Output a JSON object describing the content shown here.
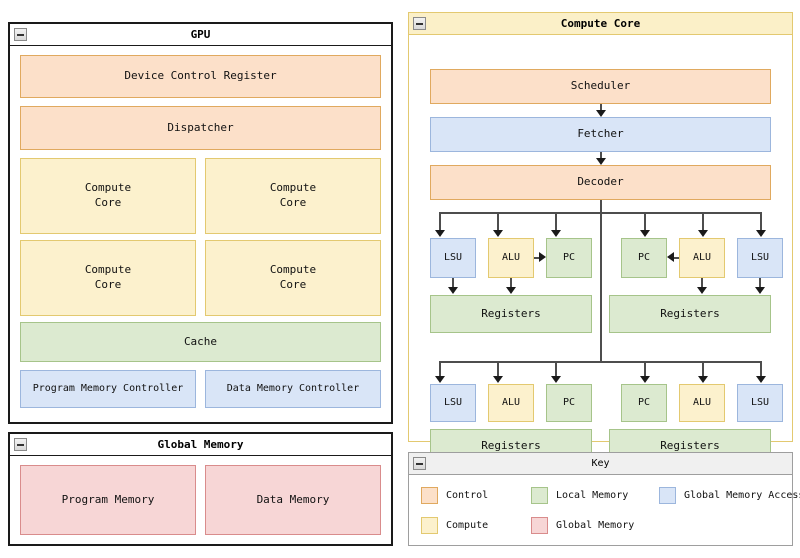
{
  "panels": {
    "gpu": {
      "title": "GPU",
      "collapse_icon": "minimize-icon",
      "nodes": {
        "device_control_register": "Device Control Register",
        "dispatcher": "Dispatcher",
        "compute_core_1": "Compute\nCore",
        "compute_core_2": "Compute\nCore",
        "compute_core_3": "Compute\nCore",
        "compute_core_4": "Compute\nCore",
        "cache": "Cache",
        "program_memory_controller": "Program Memory Controller",
        "data_memory_controller": "Data Memory Controller"
      }
    },
    "global_memory": {
      "title": "Global Memory",
      "collapse_icon": "minimize-icon",
      "nodes": {
        "program_memory": "Program Memory",
        "data_memory": "Data Memory"
      }
    },
    "compute_core": {
      "title": "Compute Core",
      "collapse_icon": "minimize-icon",
      "nodes": {
        "scheduler": "Scheduler",
        "fetcher": "Fetcher",
        "decoder": "Decoder",
        "thread_block_1": {
          "lsu": "LSU",
          "alu": "ALU",
          "pc": "PC",
          "registers": "Registers"
        },
        "thread_block_2": {
          "pc": "PC",
          "alu": "ALU",
          "lsu": "LSU",
          "registers": "Registers"
        },
        "thread_block_3": {
          "lsu": "LSU",
          "alu": "ALU",
          "pc": "PC",
          "registers": "Registers"
        },
        "thread_block_4": {
          "pc": "PC",
          "alu": "ALU",
          "lsu": "LSU",
          "registers": "Registers"
        }
      }
    },
    "key": {
      "title": "Key",
      "collapse_icon": "minimize-icon",
      "entries": [
        {
          "label": "Control",
          "color": "#fce0c9",
          "border": "#e0a95f"
        },
        {
          "label": "Local Memory",
          "color": "#dcead0",
          "border": "#a6c48a"
        },
        {
          "label": "Global Memory Access",
          "color": "#d9e5f7",
          "border": "#9cb6dd"
        },
        {
          "label": "Compute",
          "color": "#fcf1cd",
          "border": "#e3c970"
        },
        {
          "label": "Global Memory",
          "color": "#f7d6d6",
          "border": "#d98c8c"
        }
      ]
    }
  }
}
